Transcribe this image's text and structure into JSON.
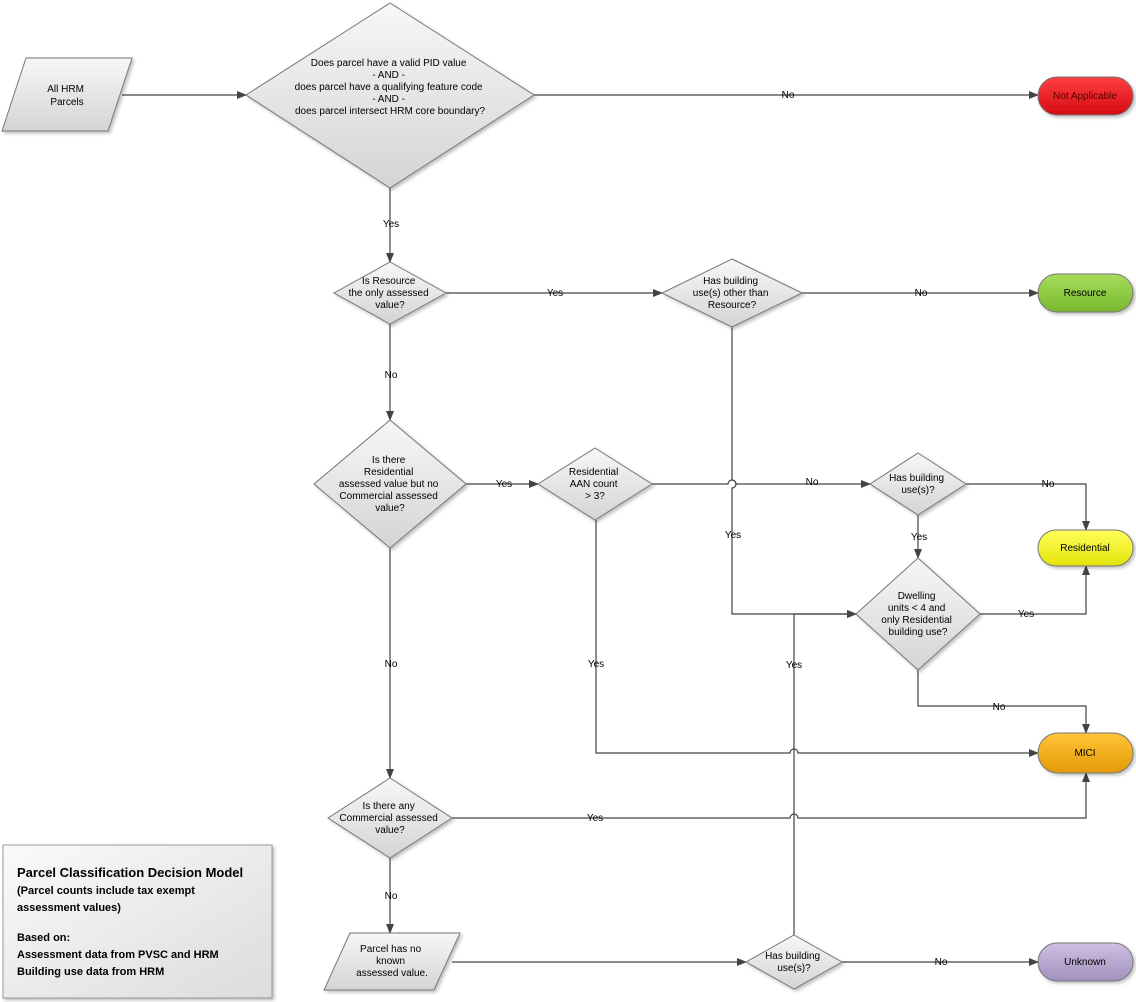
{
  "title": "Parcel Classification Decision Model",
  "legend": {
    "title": "Parcel Classification Decision Model",
    "note_lines": [
      "(Parcel counts include tax exempt",
      "assessment values)"
    ],
    "based_on_lines": [
      "Based on:",
      "Assessment data from PVSC and HRM",
      "Building use data from HRM"
    ]
  },
  "nodes": {
    "start": {
      "lines": [
        "All HRM",
        "Parcels"
      ]
    },
    "q_valid": {
      "lines": [
        "Does parcel have a valid PID value",
        "- AND -",
        "does parcel have a qualifying feature code",
        "- AND -",
        "does parcel intersect HRM core boundary?"
      ]
    },
    "q_resource_only": {
      "lines": [
        "Is Resource",
        "the only assessed",
        "value?"
      ]
    },
    "q_bldg_other": {
      "lines": [
        "Has building",
        "use(s) other than",
        "Resource?"
      ]
    },
    "q_res_no_comm": {
      "lines": [
        "Is there",
        "Residential",
        "assessed value but no",
        "Commercial assessed",
        "value?"
      ]
    },
    "q_aan": {
      "lines": [
        "Residential",
        "AAN count",
        "> 3?"
      ]
    },
    "q_bldg_use1": {
      "lines": [
        "Has building",
        "use(s)?"
      ]
    },
    "q_dwelling": {
      "lines": [
        "Dwelling",
        "units < 4 and",
        "only Residential",
        "building use?"
      ]
    },
    "q_commercial": {
      "lines": [
        "Is there any",
        "Commercial assessed",
        "value?"
      ]
    },
    "no_value": {
      "lines": [
        "Parcel has no",
        "known",
        "assessed value."
      ]
    },
    "q_bldg_use2": {
      "lines": [
        "Has building",
        "use(s)?"
      ]
    },
    "out_na": {
      "label": "Not Applicable",
      "color": "#e8141b"
    },
    "out_resource": {
      "label": "Resource",
      "color": "#8ccb3f"
    },
    "out_residential": {
      "label": "Residential",
      "color": "#f2f213"
    },
    "out_mici": {
      "label": "MICI",
      "color": "#f0ac0a"
    },
    "out_unknown": {
      "label": "Unknown",
      "color": "#b3a3cc"
    }
  },
  "edges": {
    "e_valid_no": "No",
    "e_valid_yes": "Yes",
    "e_resonly_yes": "Yes",
    "e_bldgother_no": "No",
    "e_resonly_no": "No",
    "e_bldgother_yes": "Yes",
    "e_resnocomm_yes": "Yes",
    "e_aan_no": "No",
    "e_bldguse1_no": "No",
    "e_bldguse1_yes": "Yes",
    "e_dwelling_yes": "Yes",
    "e_dwelling_no": "No",
    "e_aan_yes": "Yes",
    "e_resnocomm_no": "No",
    "e_comm_yes": "Yes",
    "e_comm_no": "No",
    "e_bldguse2_no": "No",
    "e_bldguse2_yes": "Yes"
  }
}
